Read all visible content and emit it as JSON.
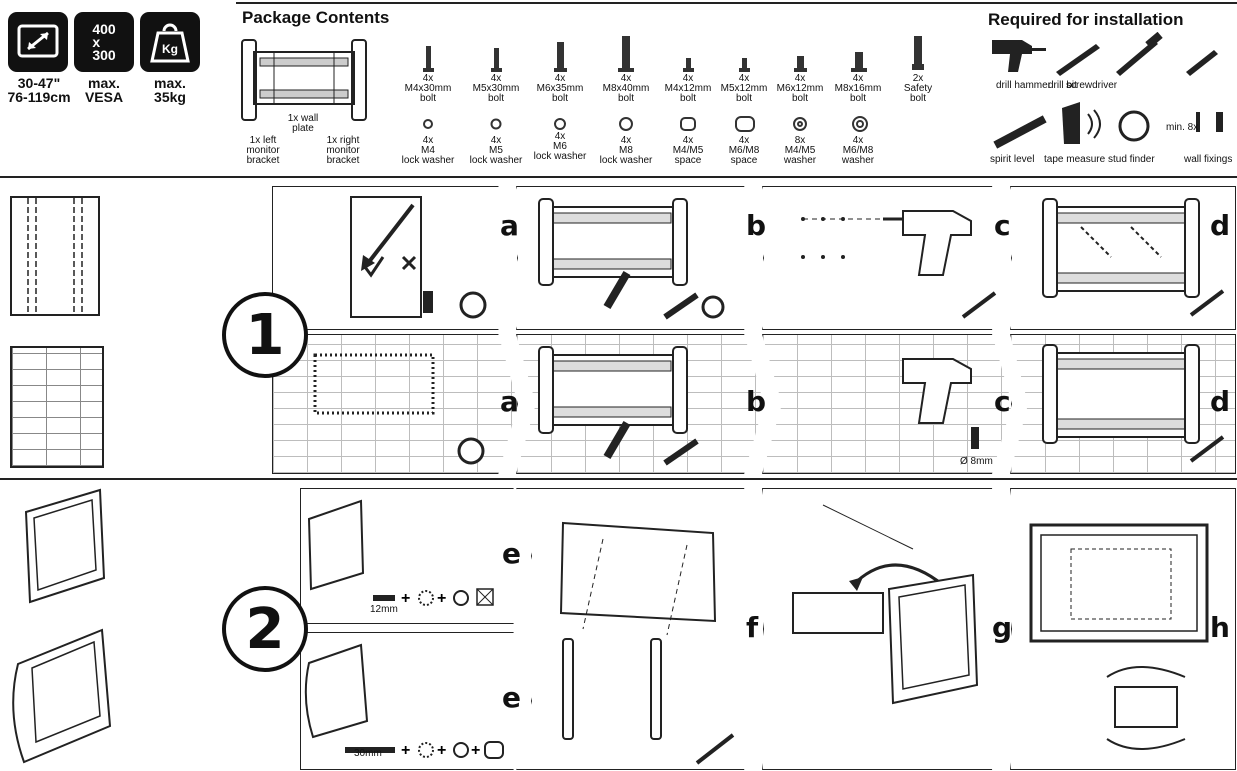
{
  "specs": {
    "size_label": "30-47\"\n76-119cm",
    "vesa_icon": "400\nx\n300",
    "vesa_label": "max.\nVESA",
    "weight_icon": "Kg",
    "weight_label": "max.\n35kg"
  },
  "package": {
    "title": "Package Contents",
    "brackets": [
      {
        "label": "1x left\nmonitor\nbracket"
      },
      {
        "label": "1x wall\nplate"
      },
      {
        "label": "1x right\nmonitor\nbracket"
      }
    ],
    "bolts": [
      {
        "label": "4x\nM4x30mm\nbolt"
      },
      {
        "label": "4x\nM5x30mm\nbolt"
      },
      {
        "label": "4x\nM6x35mm\nbolt"
      },
      {
        "label": "4x\nM8x40mm\nbolt"
      },
      {
        "label": "4x\nM4x12mm\nbolt"
      },
      {
        "label": "4x\nM5x12mm\nbolt"
      },
      {
        "label": "4x\nM6x12mm\nbolt"
      },
      {
        "label": "4x\nM8x16mm\nbolt"
      },
      {
        "label": "2x\nSafety\nbolt"
      }
    ],
    "washers": [
      {
        "label": "4x\nM4\nlock washer"
      },
      {
        "label": "4x\nM5\nlock washer"
      },
      {
        "label": "4x\nM6\nlock washer"
      },
      {
        "label": "4x\nM8\nlock washer"
      },
      {
        "label": "4x\nM4/M5\nspace"
      },
      {
        "label": "4x\nM6/M8\nspace"
      },
      {
        "label": "8x\nM4/M5\nwasher"
      },
      {
        "label": "4x\nM6/M8\nwasher"
      }
    ]
  },
  "tools": {
    "title": "Required for installation",
    "drill": "drill hammer",
    "drill_bit": "drill bit",
    "screwdriver": "screwdriver",
    "level": "spirit level",
    "tape": "tape measure",
    "stud": "stud finder",
    "fixings_count": "min. 8x",
    "fixings": "wall fixings"
  },
  "steps": {
    "one": "1",
    "two": "2",
    "a": "a",
    "b": "b",
    "c": "c",
    "d": "d",
    "e": "e",
    "f": "f",
    "g": "g",
    "h": "h",
    "drill_size": "Ø 8mm",
    "bolt_short": "12mm",
    "bolt_long": "30mm"
  }
}
